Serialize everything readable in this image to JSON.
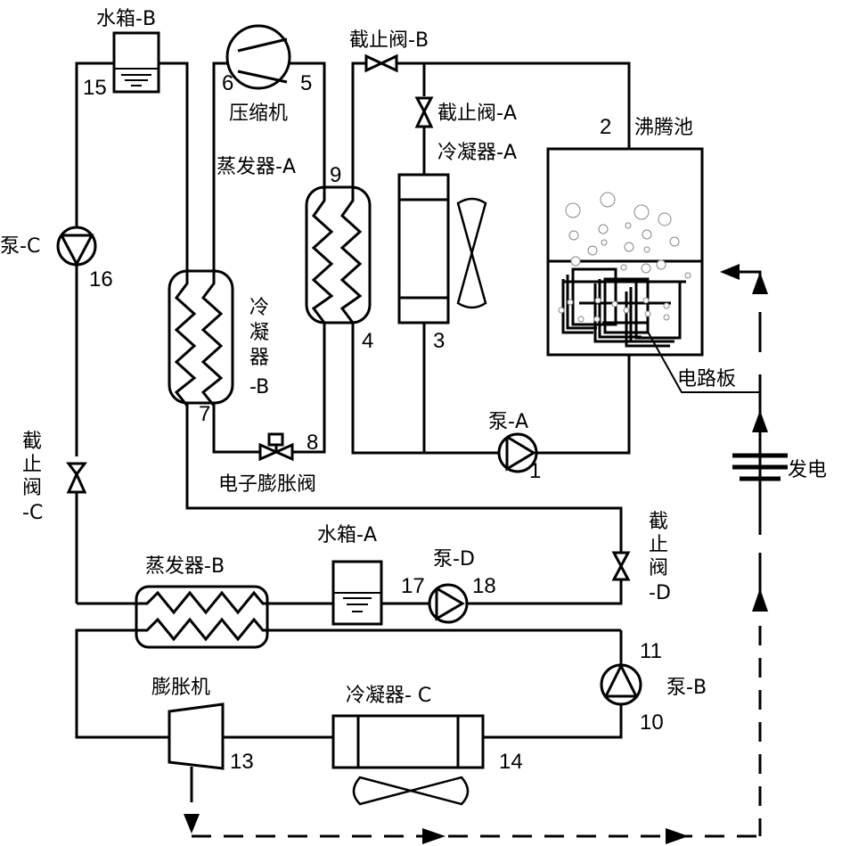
{
  "diagram": {
    "components": {
      "water_tank_b": "水箱-B",
      "compressor": "压缩机",
      "shutoff_valve_b": "截止阀-B",
      "shutoff_valve_a": "截止阀-A",
      "boiling_pool": "沸腾池",
      "condenser_a": "冷凝器-A",
      "evaporator_a": "蒸发器-A",
      "pump_c": "泵-C",
      "condenser_b_lines": [
        "冷",
        "凝",
        "器",
        "-B"
      ],
      "circuit_board": "电路板",
      "pump_a": "泵-A",
      "electronic_expansion_valve": "电子膨胀阀",
      "power_generation": "发电",
      "shutoff_valve_c_lines": [
        "截",
        "止",
        "阀",
        "-C"
      ],
      "shutoff_valve_d_lines": [
        "截",
        "止",
        "阀",
        "-D"
      ],
      "water_tank_a": "水箱-A",
      "pump_d": "泵-D",
      "evaporator_b": "蒸发器-B",
      "expander": "膨胀机",
      "condenser_c": "冷凝器- C",
      "pump_b": "泵-B"
    },
    "state_points": {
      "p1": "1",
      "p2": "2",
      "p3": "3",
      "p4": "4",
      "p5": "5",
      "p6": "6",
      "p7": "7",
      "p8": "8",
      "p9": "9",
      "p10": "10",
      "p11": "11",
      "p13": "13",
      "p14": "14",
      "p15": "15",
      "p16": "16",
      "p17": "17",
      "p18": "18"
    }
  }
}
